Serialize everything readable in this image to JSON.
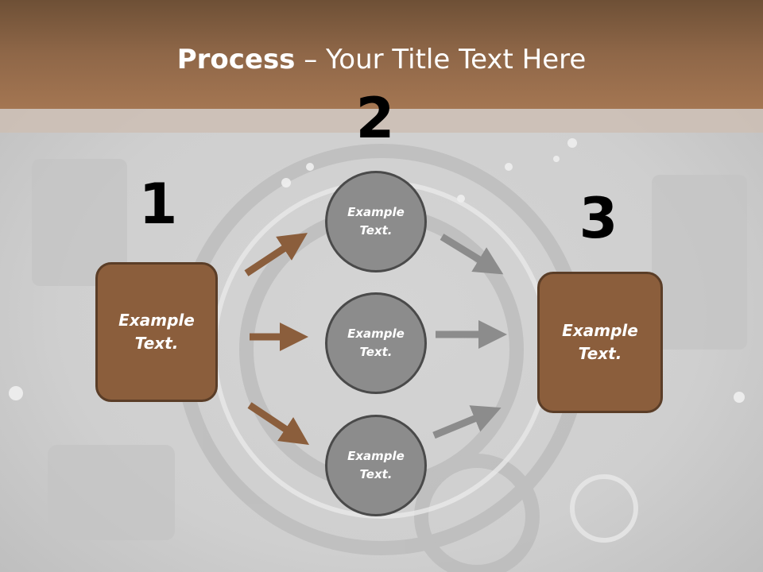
{
  "slide": {
    "title_bold": "Process",
    "title_rest": " – Your Title Text Here",
    "colors": {
      "header": "#8f6748",
      "box_fill": "#8b5e3c",
      "box_border": "#5a3d27",
      "circle_fill": "#8c8c8c",
      "circle_border": "#4a4a4a",
      "arrow_left": "#8b5e3c",
      "arrow_right": "#8c8c8c"
    }
  },
  "steps": {
    "step1": {
      "number": "1",
      "text": "Example Text."
    },
    "step2": {
      "number": "2",
      "items": [
        {
          "text": "Example Text."
        },
        {
          "text": "Example Text."
        },
        {
          "text": "Example Text."
        }
      ]
    },
    "step3": {
      "number": "3",
      "text": "Example Text."
    }
  }
}
